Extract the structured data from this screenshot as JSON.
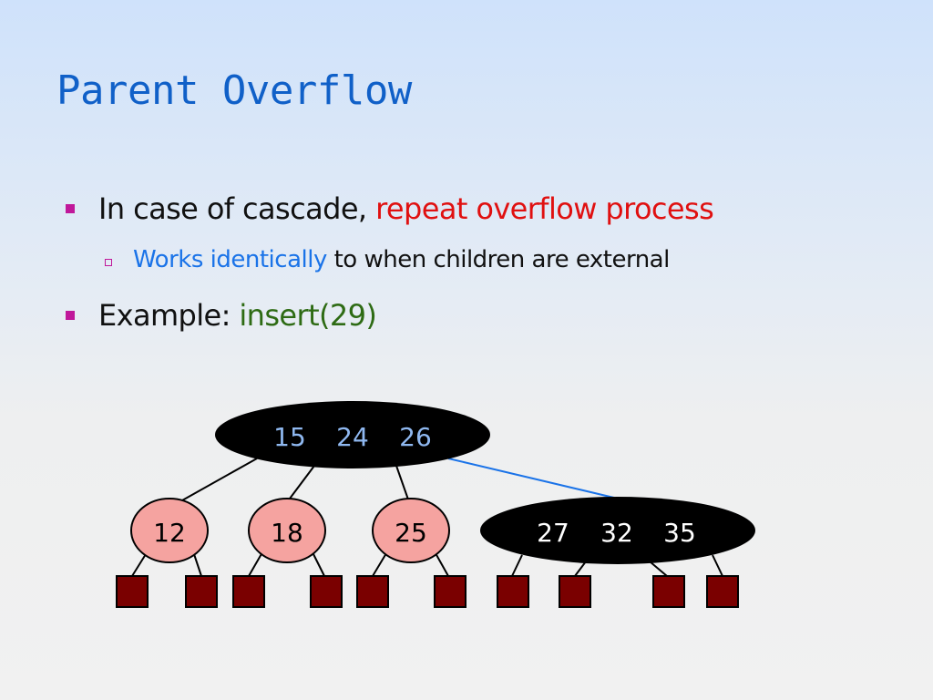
{
  "title": "Parent Overflow",
  "bullets": {
    "b1": {
      "text": "In case of cascade, ",
      "highlight": "repeat overflow process",
      "highlight_color": "#e01010"
    },
    "b1_sub": {
      "highlight": "Works identically",
      "highlight_color": "#1a73e8",
      "text": " to when children are external"
    },
    "b2": {
      "text": "Example: ",
      "highlight": "insert(29)",
      "highlight_color": "#2e6b14"
    }
  },
  "tree": {
    "root": {
      "keys": [
        "15",
        "24",
        "26"
      ],
      "fill": "#000000",
      "text_color": "#8fb8f0"
    },
    "children": [
      {
        "key": "12",
        "fill": "#f5a3a0"
      },
      {
        "key": "18",
        "fill": "#f5a3a0"
      },
      {
        "key": "25",
        "fill": "#f5a3a0"
      },
      {
        "keys": [
          "27",
          "32",
          "35"
        ],
        "fill": "#000000",
        "text_color": "#ffffff",
        "overflow": true
      }
    ],
    "leaf_color": "#7a0000",
    "overflow_edge_color": "#1a73e8"
  }
}
